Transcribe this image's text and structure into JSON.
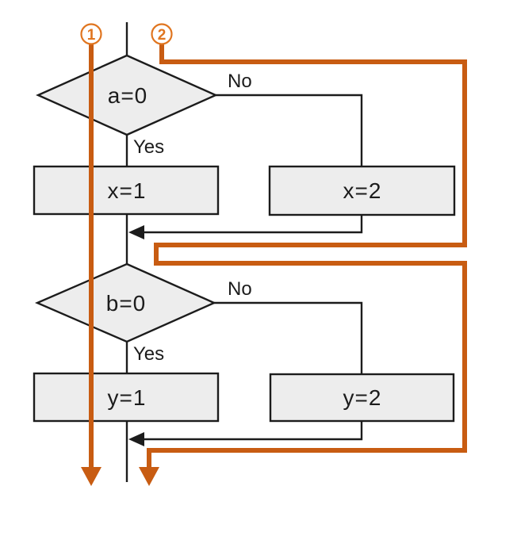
{
  "colors": {
    "line": "#1c1c1c",
    "node_fill": "#ededed",
    "path_orange": "#c85c12",
    "badge_orange": "#e0751f"
  },
  "badges": [
    {
      "label": "1"
    },
    {
      "label": "2"
    }
  ],
  "decisions": [
    {
      "label": "a=0",
      "yes": "Yes",
      "no": "No"
    },
    {
      "label": "b=0",
      "yes": "Yes",
      "no": "No"
    }
  ],
  "processes": [
    {
      "label": "x=1"
    },
    {
      "label": "x=2"
    },
    {
      "label": "y=1"
    },
    {
      "label": "y=2"
    }
  ]
}
